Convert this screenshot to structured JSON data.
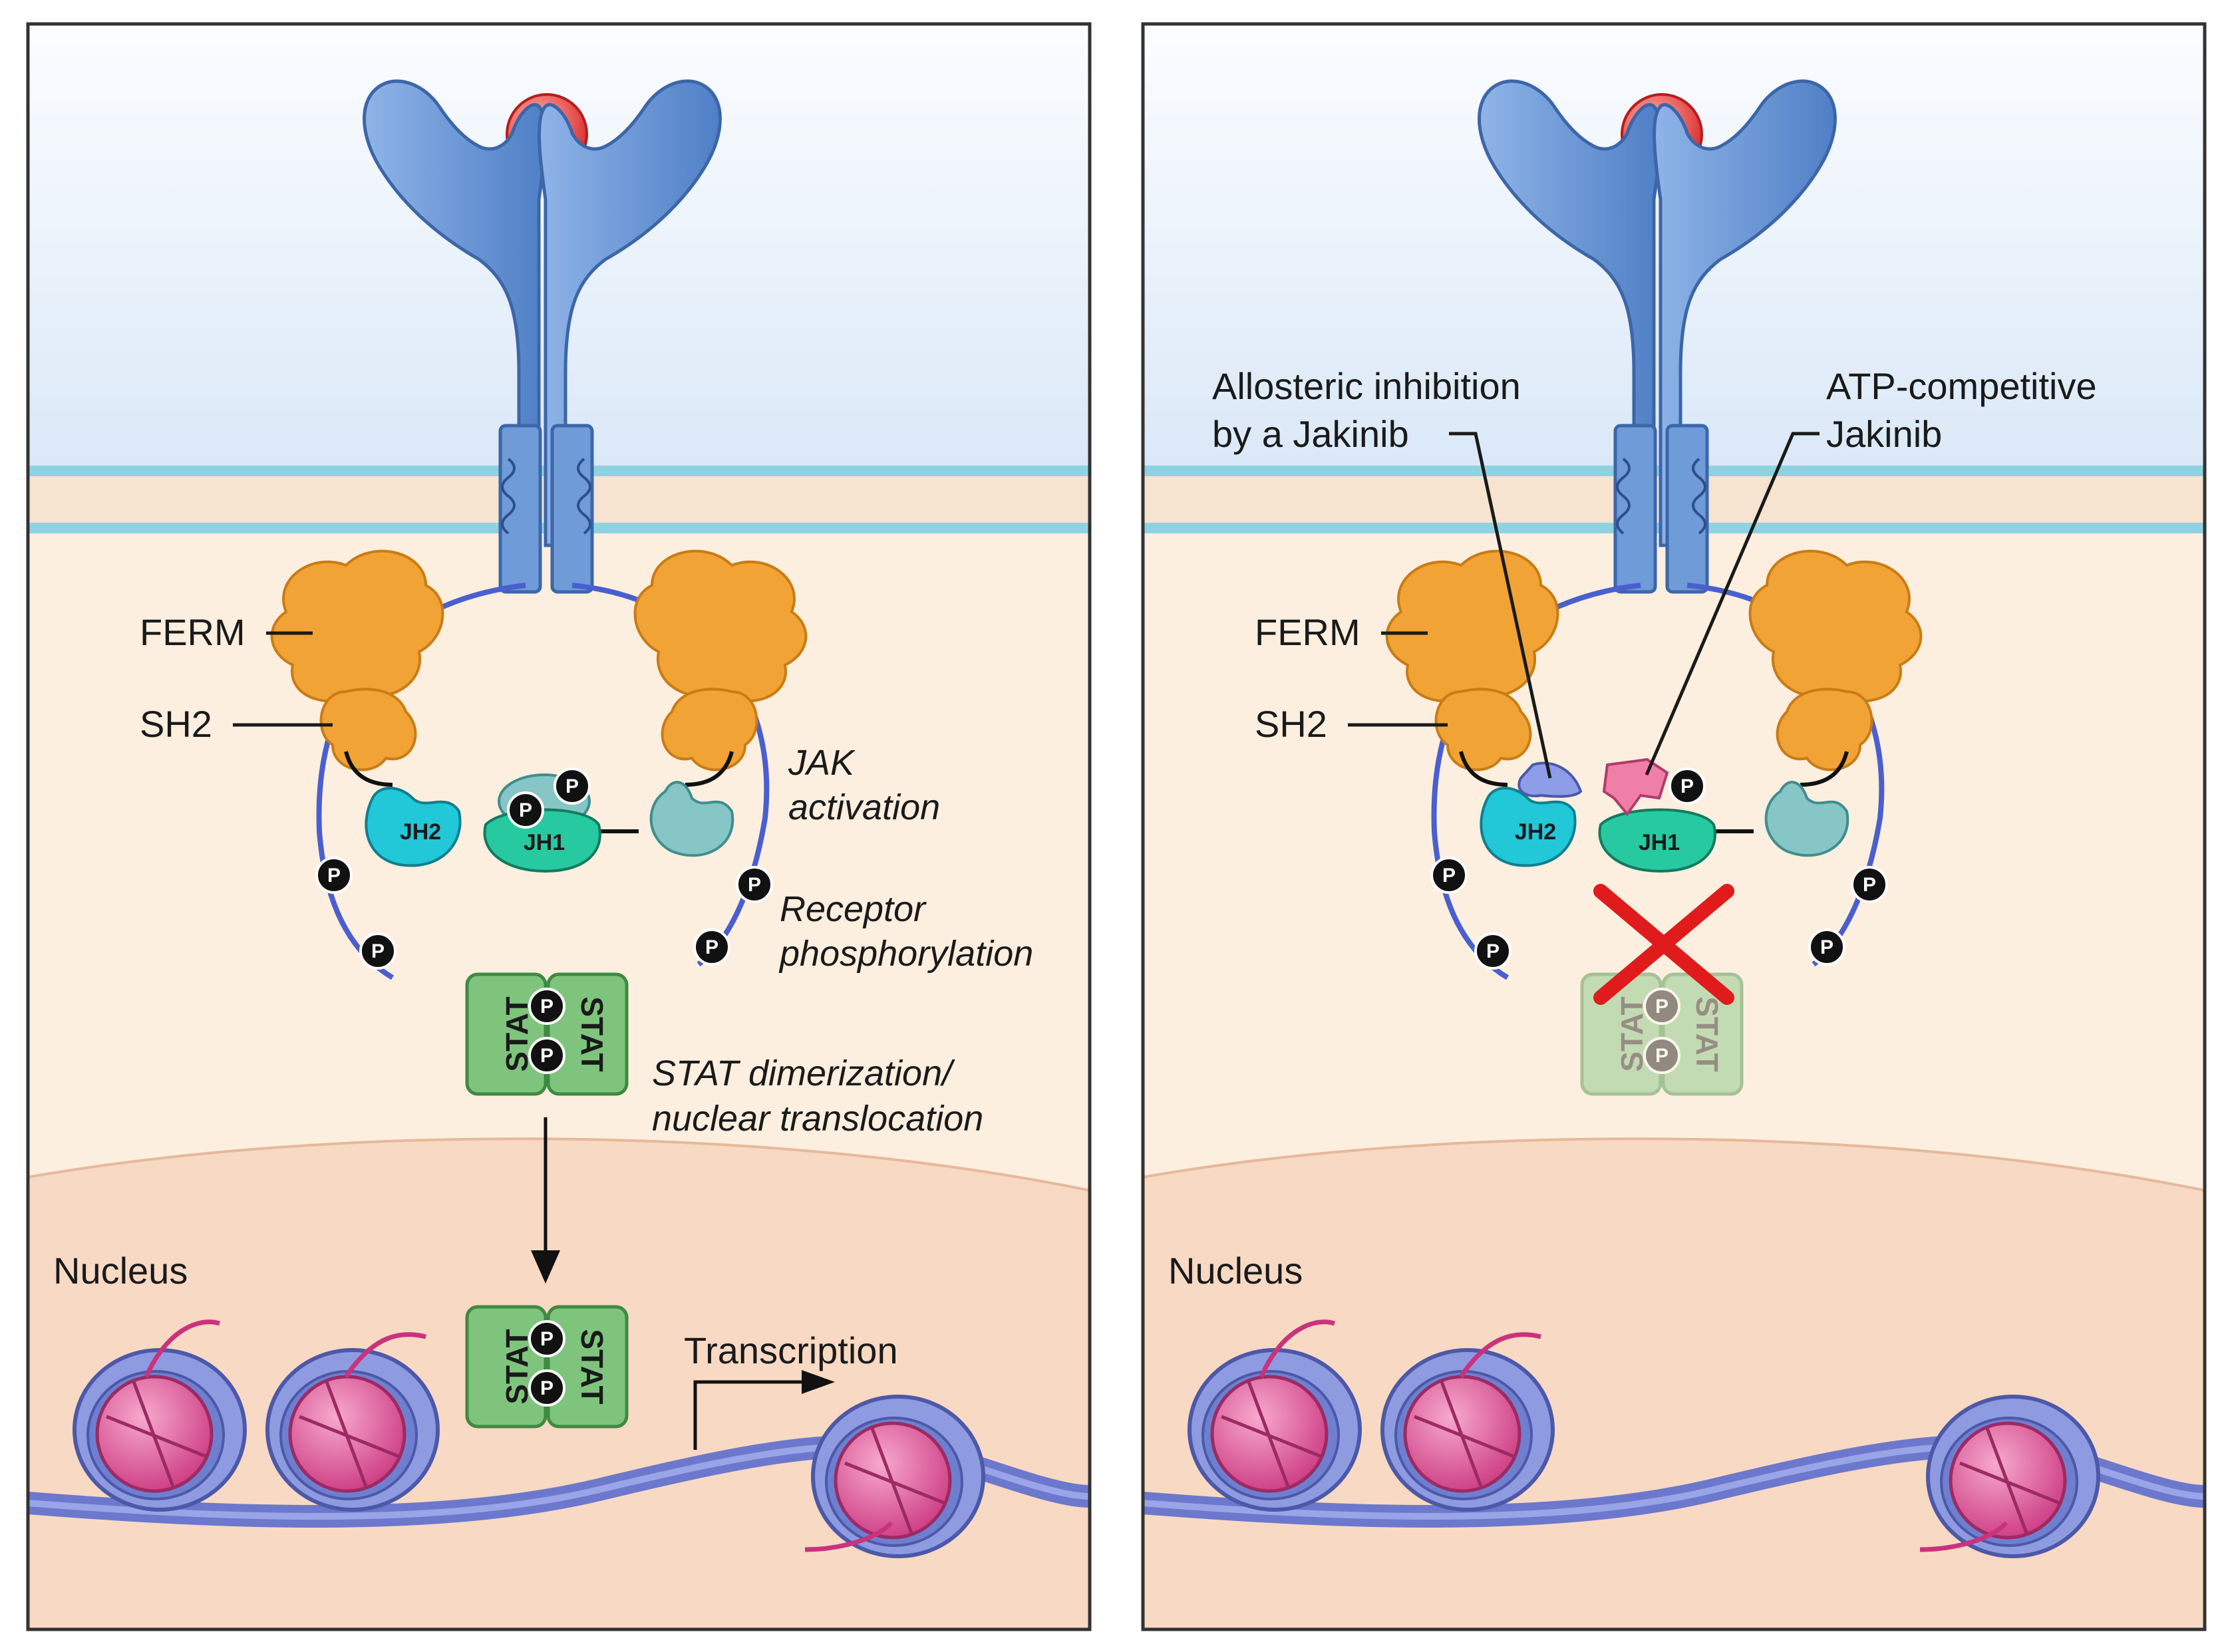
{
  "panels": [
    {
      "id": "jak-activation-panel",
      "labels": {
        "ferm": "FERM",
        "sh2": "SH2",
        "jh2": "JH2",
        "jh1": "JH1",
        "jak_activation_line1": "JAK",
        "jak_activation_line2": "activation",
        "receptor_phos_line1": "Receptor",
        "receptor_phos_line2": "phosphorylation",
        "stat_dimer_line1": "STAT dimerization/",
        "stat_dimer_line2": "nuclear translocation",
        "nucleus": "Nucleus",
        "transcription": "Transcription",
        "stat": "STAT",
        "phospho": "P"
      }
    },
    {
      "id": "jakinib-inhibition-panel",
      "labels": {
        "ferm": "FERM",
        "sh2": "SH2",
        "jh2": "JH2",
        "jh1": "JH1",
        "allosteric_line1": "Allosteric inhibition",
        "allosteric_line2": "by a  Jakinib",
        "atp_line1": "ATP-competitive",
        "atp_line2": "Jakinib",
        "nucleus": "Nucleus",
        "stat": "STAT",
        "phospho": "P"
      }
    }
  ],
  "colors": {
    "extracellular": "#e3eefa",
    "cytoplasm": "#fdefdf",
    "nucleus": "#f8d9c3",
    "membrane": "#8fd3e3",
    "receptor": "#6f9bd8",
    "ligand": "#e23c3c",
    "ferm_sh2": "#f2a336",
    "jh2": "#22c7d8",
    "jh1": "#27c9a0",
    "inactive_kinase": "#86c6c6",
    "stat": "#7fc47d",
    "histone": "#e0579c",
    "dna": "#7a87d6",
    "inhibit_cross": "#e01b1b",
    "allosteric_drug": "#8e9de8",
    "atp_drug": "#f07fa8"
  },
  "icons": [
    "ligand-icon",
    "receptor-icon",
    "phospho-icon",
    "nucleosome-icon",
    "inhibition-cross-icon",
    "arrow-icon"
  ]
}
